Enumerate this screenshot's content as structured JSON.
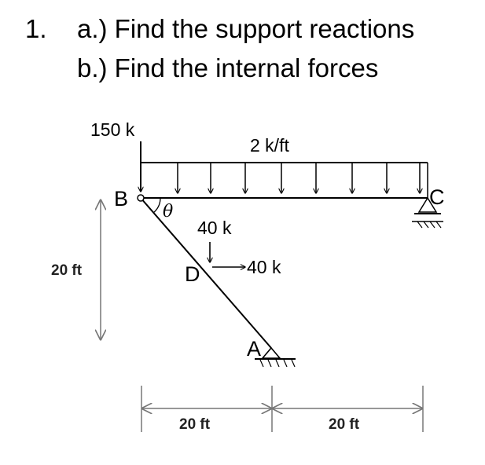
{
  "problem": {
    "number": "1.",
    "part_a": "a.) Find the support reactions",
    "part_b": "b.) Find the internal forces"
  },
  "loads": {
    "point_b": "150 k",
    "distributed": "2 k/ft",
    "vertical_d": "40 k",
    "horizontal_d": "40 k"
  },
  "nodes": {
    "b": "B",
    "c": "C",
    "d": "D",
    "a": "A"
  },
  "angle": "θ",
  "dimensions": {
    "height": "20 ft",
    "left_span": "20 ft",
    "right_span": "20 ft"
  }
}
